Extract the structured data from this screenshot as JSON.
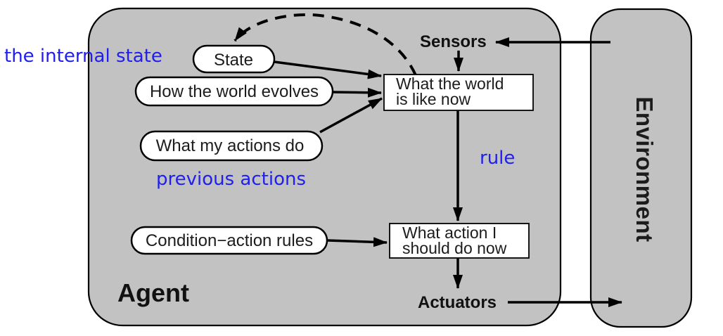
{
  "diagram": {
    "type": "model-based-reflex-agent",
    "agent": {
      "label": "Agent",
      "ovals": {
        "state": "State",
        "how_world_evolves": "How the world evolves",
        "what_my_actions_do": "What my actions do",
        "condition_action_rules": "Condition−action rules"
      },
      "boxes": {
        "world_state": {
          "line1": "What the world",
          "line2": "is like now"
        },
        "action": {
          "line1": "What action I",
          "line2": "should do now"
        }
      },
      "io": {
        "sensors": "Sensors",
        "actuators": "Actuators"
      }
    },
    "environment": {
      "label": "Environment"
    },
    "annotations": {
      "internal_state": "the internal state",
      "previous_actions": "previous actions",
      "rule": "rule"
    },
    "colors": {
      "panel_fill": "#c2c2c2",
      "node_fill": "#ffffff",
      "stroke": "#000000",
      "annotation_blue": "#1f1fef"
    }
  }
}
